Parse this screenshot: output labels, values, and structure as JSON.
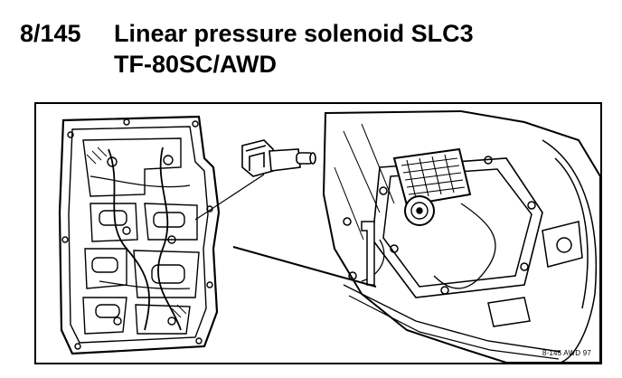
{
  "header": {
    "ref_number": "8/145",
    "title_line1": "Linear pressure solenoid SLC3",
    "title_line2": "TF-80SC/AWD"
  },
  "figure": {
    "image_code": "8-145 AWD 97",
    "parts": [
      "valve-body",
      "linear-pressure-solenoid-slc3",
      "transmission-housing"
    ]
  }
}
